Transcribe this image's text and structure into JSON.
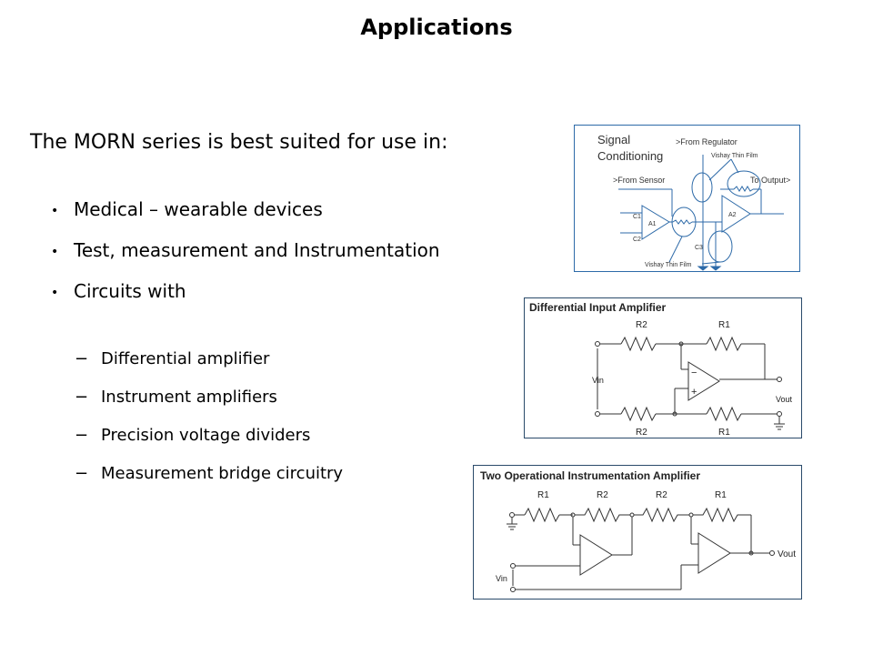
{
  "slide": {
    "title": "Applications",
    "intro": "The MORN series is best suited for use in:",
    "bullets": [
      {
        "label": "Medical – wearable devices"
      },
      {
        "label": "Test, measurement and Instrumentation"
      },
      {
        "label": "Circuits with"
      }
    ],
    "bullet_glyph": "•",
    "sub_glyph": "−",
    "sub_bullets": [
      {
        "label": "Differential  amplifier"
      },
      {
        "label": "Instrument amplifiers"
      },
      {
        "label": "Precision voltage dividers"
      },
      {
        "label": "Measurement bridge circuitry"
      }
    ]
  },
  "diagrams": {
    "signal_conditioning": {
      "title_line1": "Signal",
      "title_line2": "Conditioning",
      "from_regulator": ">From Regulator",
      "from_sensor": ">From Sensor",
      "to_output": "To Output>",
      "vishay_top": "Vishay Thin Film",
      "vishay_bottom": "Vishay Thin Film",
      "a1": "A1",
      "a2": "A2",
      "c1": "C1",
      "c2": "C2",
      "c3": "C3",
      "color": "#2d6aa8"
    },
    "differential": {
      "title": "Differential Input Amplifier",
      "r2_top": "R2",
      "r1_top": "R1",
      "r2_bottom": "R2",
      "r1_bottom": "R1",
      "vin": "Vin",
      "vout": "Vout"
    },
    "two_op": {
      "title": "Two Operational Instrumentation Amplifier",
      "r_labels": [
        "R1",
        "R2",
        "R2",
        "R1"
      ],
      "vin": "Vin",
      "vout": "Vout"
    }
  }
}
